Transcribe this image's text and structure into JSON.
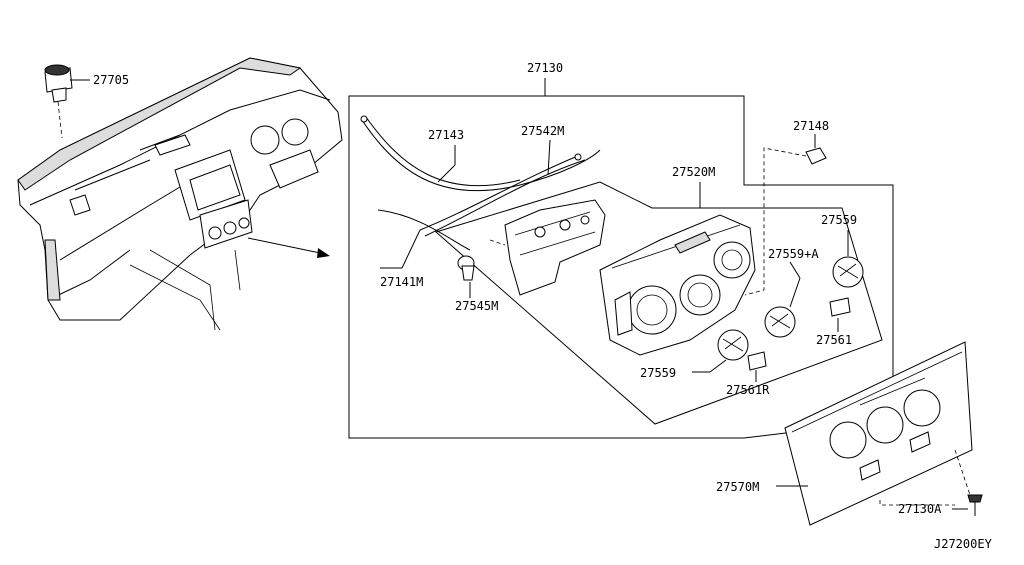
{
  "diagram_code": "J27200EY",
  "parts": {
    "p27705": "27705",
    "p27130": "27130",
    "p27143": "27143",
    "p27542M": "27542M",
    "p27148": "27148",
    "p27520M": "27520M",
    "p27559_top": "27559",
    "p27559A": "27559+A",
    "p27141M": "27141M",
    "p27545M": "27545M",
    "p27561": "27561",
    "p27559_bottom": "27559",
    "p27561R": "27561R",
    "p27570M": "27570M",
    "p27130A": "27130A"
  }
}
